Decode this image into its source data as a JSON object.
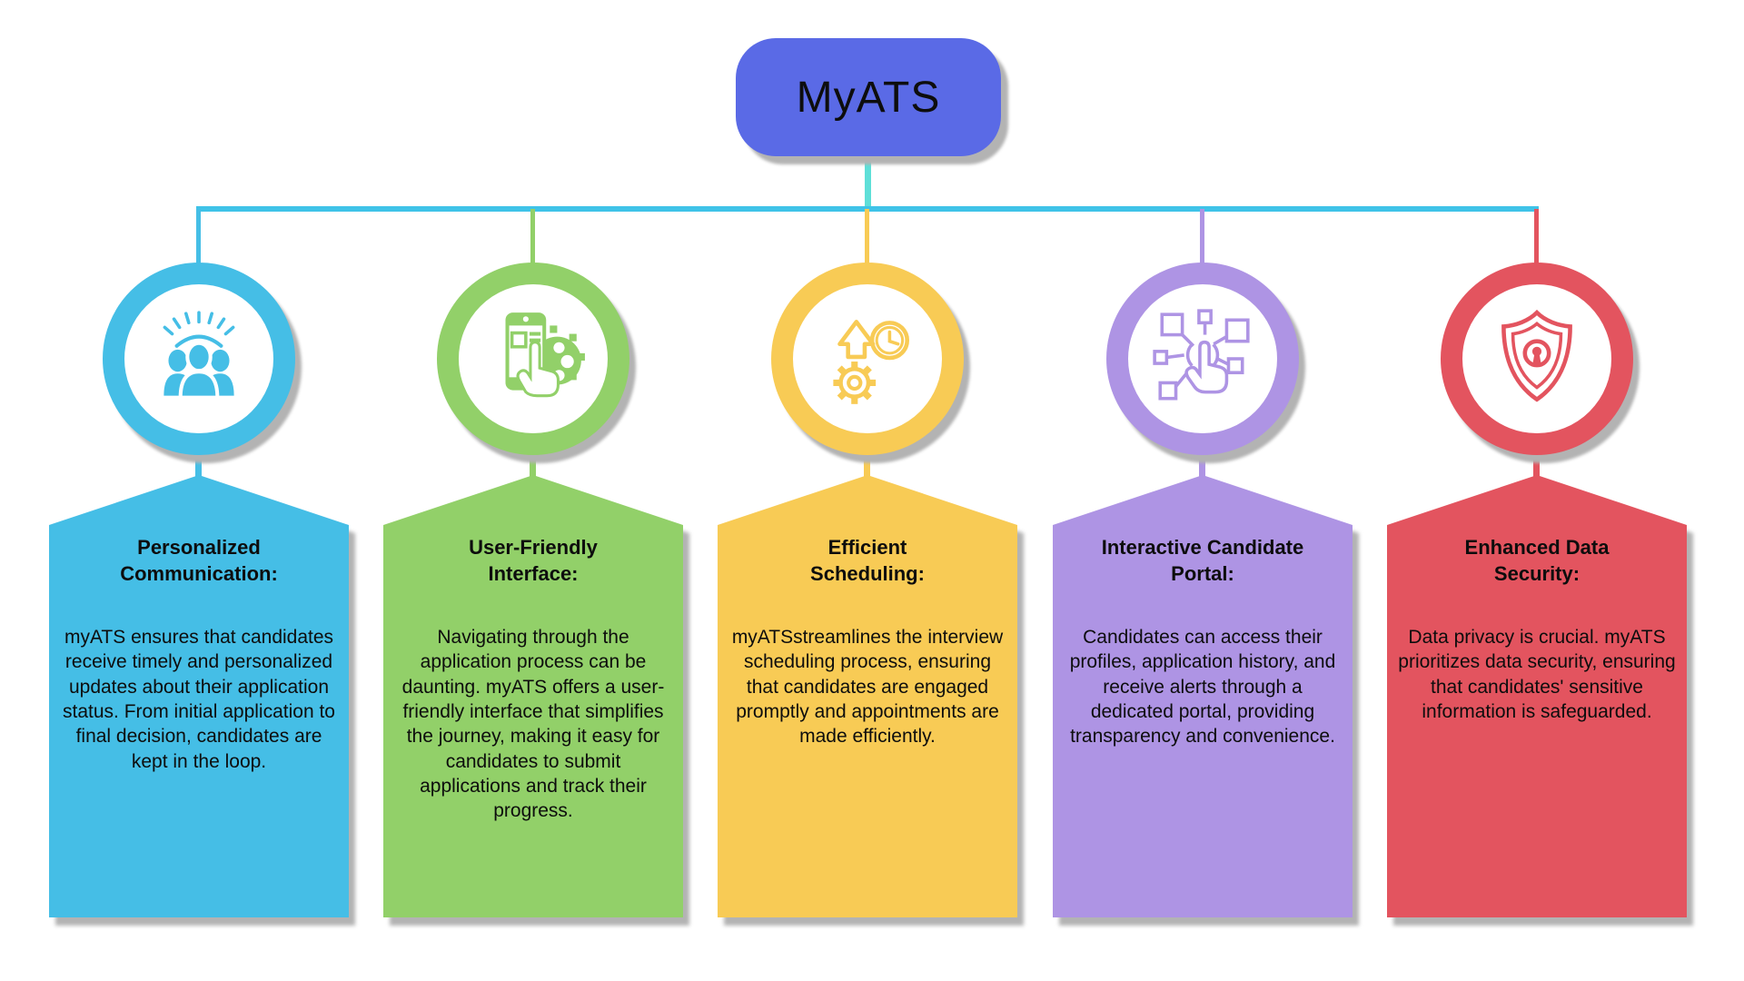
{
  "root": {
    "title": "MyATS",
    "color": "#5a6ae6"
  },
  "connectors": {
    "trunk_color": "#5edfd8",
    "bar_color": "#3fc3e8"
  },
  "shadow_color": "#b3b3b3",
  "branches": [
    {
      "color": "#45bee6",
      "icon": "people-communication-icon",
      "title": "Personalized\nCommunication:",
      "body": "myATS ensures that candidates receive timely and personalized updates about their application status. From initial application to final decision, candidates are kept in the loop."
    },
    {
      "color": "#92d069",
      "icon": "mobile-touch-interface-icon",
      "title": "User-Friendly\nInterface:",
      "body": "Navigating through the application process can be daunting. myATS offers a user-friendly interface that simplifies the journey, making it easy for candidates to submit applications and track their progress."
    },
    {
      "color": "#f8cb55",
      "icon": "gear-arrow-clock-icon",
      "title": "Efficient\nScheduling:",
      "body": "myATSstreamlines the interview scheduling process, ensuring that candidates are engaged promptly and appointments are made efficiently."
    },
    {
      "color": "#ae94e4",
      "icon": "touch-network-icon",
      "title": "Interactive Candidate\nPortal:",
      "body": "Candidates can access their profiles, application history, and receive alerts through a dedicated portal, providing transparency and convenience."
    },
    {
      "color": "#e3545f",
      "icon": "shield-keyhole-icon",
      "title": "Enhanced Data\nSecurity:",
      "body": "Data privacy is crucial. myATS prioritizes data security, ensuring that candidates' sensitive information is safeguarded."
    }
  ]
}
